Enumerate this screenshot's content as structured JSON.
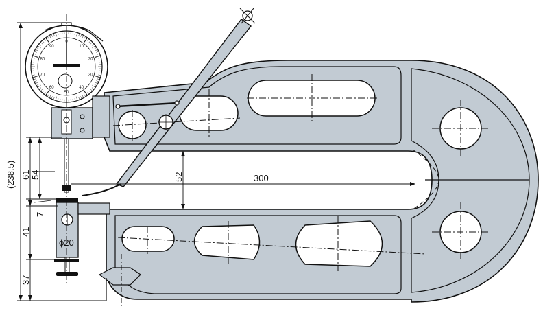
{
  "colors": {
    "body_fill": "#c2cbd3",
    "dial_fill": "#ffffff",
    "line": "#111111",
    "background": "#ffffff"
  },
  "dimensions": {
    "total_height": "(238.5)",
    "height_61": "61",
    "height_54": "54",
    "gap_7": "7",
    "height_41": "41",
    "height_37": "37",
    "throat_depth": "300",
    "throat_height": "52",
    "anvil_diameter": "ϕ20"
  },
  "dial": {
    "scale_labels": [
      "0",
      "10",
      "20",
      "30",
      "40",
      "50",
      "60",
      "70",
      "80",
      "90"
    ]
  }
}
